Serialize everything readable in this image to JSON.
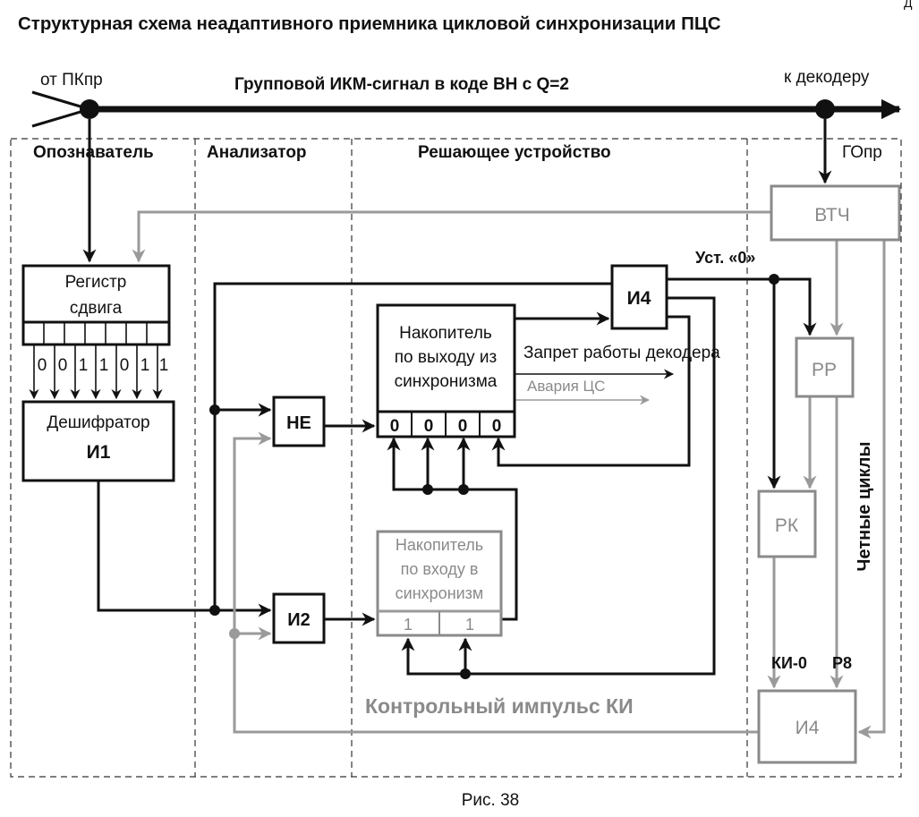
{
  "title": "Структурная схема неадаптивного приемника цикловой синхронизации ПЦС",
  "corner_mark": "Д",
  "caption": "Рис. 38",
  "signals": {
    "input": "от ПКпр",
    "output": "к декодеру",
    "bus": "Групповой ИКМ-сигнал в коде ВН с Q=2",
    "reset": "Уст. «0»",
    "decoder_block": "Запрет работы декодера",
    "alarm": "Авария ЦС",
    "control_pulse": "Контрольный импульс КИ",
    "even_cycles": "Четные циклы",
    "ki0": "КИ-0",
    "p8": "Р8"
  },
  "sections": {
    "recognizer": "Опознаватель",
    "analyzer": "Анализатор",
    "decider": "Решающее устройство",
    "generator": "ГОпр"
  },
  "blocks": {
    "register": {
      "line1": "Регистр",
      "line2": "сдвига",
      "bits": [
        "0",
        "0",
        "1",
        "1",
        "0",
        "1",
        "1"
      ]
    },
    "decoder": {
      "line1": "Дешифратор",
      "line2": "И1"
    },
    "not_gate": "НЕ",
    "and2": "И2",
    "and4_top": "И4",
    "and4_bottom": "И4",
    "acc_out": {
      "line1": "Накопитель",
      "line2": "по выходу из",
      "line3": "синхронизма",
      "cells": [
        "0",
        "0",
        "0",
        "0"
      ]
    },
    "acc_in": {
      "line1": "Накопитель",
      "line2": "по входу в",
      "line3": "синхронизм",
      "cells": [
        "1",
        "1"
      ]
    },
    "vtch": "ВТЧ",
    "pp": "РР",
    "pk": "РК"
  }
}
